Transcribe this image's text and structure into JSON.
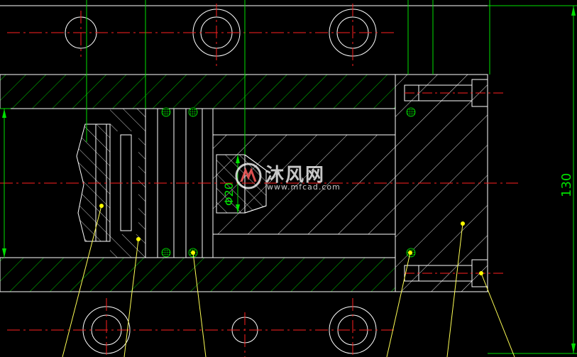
{
  "drawing": {
    "colors": {
      "background": "#000000",
      "outline": "#ffffff",
      "hatch": "#00c800",
      "dimension": "#00e000",
      "centerline": "#ff2020",
      "seal": "#00c000",
      "leader": "#ffff00",
      "text": "#ffffff"
    },
    "dimensions": [
      {
        "id": "dim-diameter",
        "text": "Φ20"
      },
      {
        "id": "dim-height",
        "text": "130"
      }
    ]
  },
  "watermark": {
    "brand_cn": "沐风网",
    "url": "www.mfcad.com"
  }
}
